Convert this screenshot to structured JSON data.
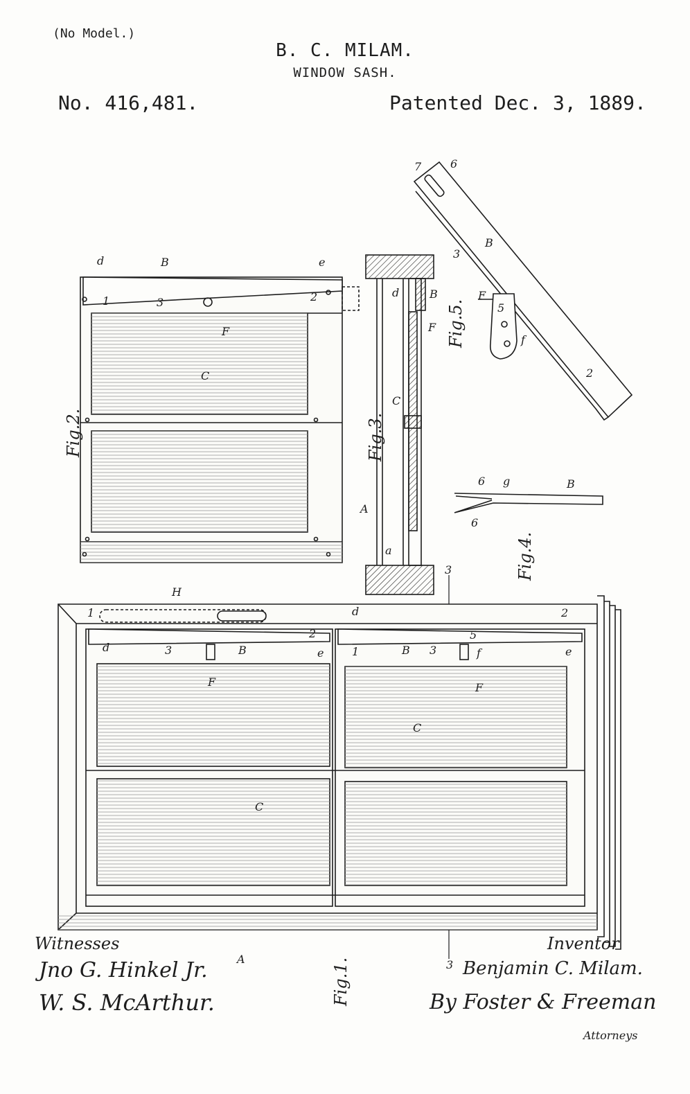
{
  "header": {
    "model_note": "(No Model.)",
    "inventor": "B. C. MILAM.",
    "title": "WINDOW SASH.",
    "patent_number": "No. 416,481.",
    "patent_date": "Patented Dec. 3, 1889."
  },
  "figures": {
    "fig1": "Fig.1.",
    "fig2": "Fig.2.",
    "fig3": "Fig.3.",
    "fig4": "Fig.4.",
    "fig5": "Fig.5."
  },
  "reference_letters": {
    "A": "A",
    "B": "B",
    "C": "C",
    "F": "F",
    "H": "H",
    "a": "a",
    "d": "d",
    "e": "e",
    "f": "f",
    "g": "g",
    "n1": "1",
    "n2": "2",
    "n3": "3",
    "n5": "5",
    "n6": "6",
    "n7": "7"
  },
  "signatures": {
    "witnesses_label": "Witnesses",
    "witness_1": "Jno G. Hinkel Jr.",
    "witness_2": "W. S. McArthur.",
    "inventor_label": "Inventor",
    "inventor_signature": "Benjamin C. Milam.",
    "by_attorneys": "By Foster & Freeman",
    "attorneys_label": "Attorneys"
  }
}
